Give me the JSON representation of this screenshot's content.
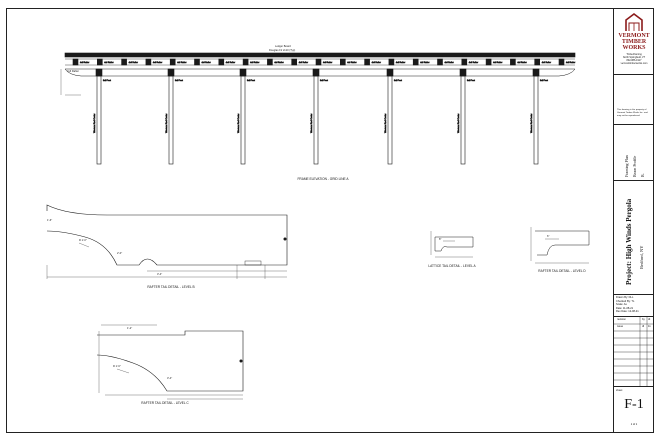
{
  "drawing": {
    "beam_note_1": "Ledger Board",
    "beam_note_2": "Douglas Fir 2x10 (Typ)",
    "rafter_tag": "4x6 Rafter",
    "post_tag": "6x6 Post",
    "post_label": "Western Red Cedar",
    "views": {
      "frame_elevation": "FRAME ELEVATION - GRID LINE A",
      "rafter_tail_b": "RAFTER TAIL DETAIL - LEVEL B",
      "lattice_tail_a": "LATTICE TAIL DETAIL - LEVEL A",
      "rafter_tail_d": "RAFTER TAIL DETAIL - LEVEL D",
      "rafter_tail_c": "RAFTER TAIL DETAIL - LEVEL C"
    },
    "dims": {
      "dim_a": "1'-6\"",
      "dim_b": "2'-0\"",
      "dim_c": "8\"",
      "dim_d": "6\"",
      "dim_e": "R 1'-0\"",
      "dim_f": "3'-4\"",
      "dim_g": "1'-2\"",
      "dim_h": "R 1'-6\""
    }
  },
  "title_block": {
    "company_line1": "VERMONT",
    "company_line2": "TIMBER",
    "company_line3": "WORKS",
    "company_small_1": "Timberframing",
    "company_small_2": "North Springfield, VT",
    "company_small_3": "802-886-1917",
    "company_small_4": "vermonttimberworks.com",
    "copyright_note": "This drawing is the property of Vermont Timber Works Inc. and may not be reproduced.",
    "sheet_desc_1": "Framing Plan",
    "sheet_desc_2": "Beam Profile",
    "sheet_desc_3": "B.",
    "project_label": "Project:",
    "project_name": "High Winds Pergola",
    "location": "Bedford, NY",
    "drawn_by": "Drawn By: DLL",
    "checked_by": "Checked By: TL",
    "scale": "Scale: As",
    "date": "Date: 11-08-21",
    "rev_date": "Rev Date: 12-08-21",
    "rev_col1": "revision",
    "rev_col2": "by",
    "rev_col3": "dt",
    "rev_row1": "issue",
    "rev_row1_by": "dl",
    "rev_row1_dt": "11",
    "sheet_label": "sheet",
    "sheet_number": "F-1",
    "sheet_of": "1 of 1"
  },
  "colors": {
    "line": "#1a1a1a",
    "logo_red": "#8b1a1a"
  }
}
